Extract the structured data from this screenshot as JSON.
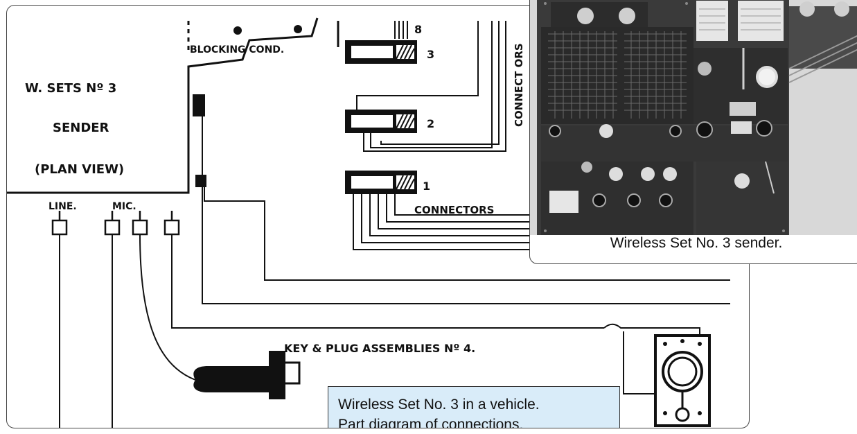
{
  "diagram": {
    "labels": {
      "set_title": "W. SETS Nº 3",
      "sender": "SENDER",
      "plan_view": "(PLAN VIEW)",
      "blocking_cond": "BLOCKING COND.",
      "line": "LINE.",
      "mic": "MIC.",
      "connectors": "CONNECTORS",
      "connectors_vertical": "CONNECT ORS",
      "connector_3": "3",
      "connector_2": "2",
      "connector_1": "1",
      "connector_top": "8",
      "key_plug": "KEY & PLUG  ASSEMBLIES Nº 4."
    },
    "caption": {
      "line1": "Wireless Set No. 3 in a vehicle.",
      "line2": "Part diagram of connections."
    }
  },
  "photo": {
    "caption": "Wireless Set No. 3 sender."
  }
}
